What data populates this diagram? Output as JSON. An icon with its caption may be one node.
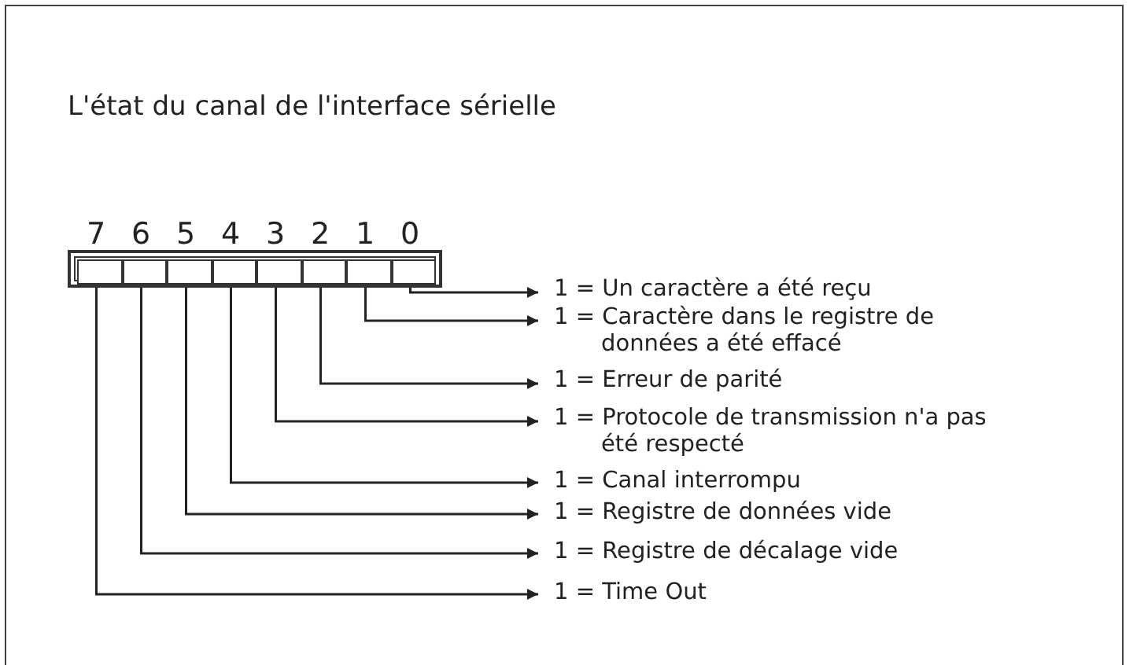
{
  "diagram": {
    "title": "L'état du canal de l'interface sérielle",
    "nodes": [
      {
        "text": [],
        "shape": "box"
      },
      {
        "text": [],
        "shape": "box",
        "in": 0
      },
      {
        "text": [],
        "shape": "box",
        "in": 0
      },
      {
        "text": [],
        "shape": "box",
        "in": 0
      },
      {
        "text": [],
        "shape": "box",
        "in": 0
      },
      {
        "text": [],
        "shape": "box",
        "in": 0
      },
      {
        "text": [],
        "shape": "box",
        "in": 0
      },
      {
        "text": [],
        "shape": "box",
        "in": 0
      },
      {
        "text": [],
        "shape": "box",
        "in": 0
      },
      {
        "text": [
          "1 = Un caractère a été reçu"
        ]
      },
      {
        "text": [
          "1 = Caractère dans le registre de données a été effacé"
        ]
      },
      {
        "text": [
          "1 = Erreur de parité"
        ]
      },
      {
        "text": [
          "1 = Protocole de transmission n'a pas été respecté"
        ]
      },
      {
        "text": [
          "1 = Canal interrompu"
        ]
      },
      {
        "text": [
          "1 = Registre de données vide"
        ]
      },
      {
        "text": [
          "1 = Registre de décalage vide"
        ]
      },
      {
        "text": [
          "1 = Time Out"
        ]
      }
    ],
    "edges": [
      {
        "from": 8,
        "to": 9,
        "arrow": "to"
      },
      {
        "from": 7,
        "to": 10,
        "arrow": "to"
      },
      {
        "from": 6,
        "to": 11,
        "arrow": "to"
      },
      {
        "from": 5,
        "to": 12,
        "arrow": "to"
      },
      {
        "from": 4,
        "to": 13,
        "arrow": "to"
      },
      {
        "from": 3,
        "to": 14,
        "arrow": "to"
      },
      {
        "from": 2,
        "to": 15,
        "arrow": "to"
      },
      {
        "from": 1,
        "to": 16,
        "arrow": "to"
      }
    ],
    "labels": [
      "7",
      "6",
      "5",
      "4",
      "3",
      "2",
      "1",
      "0"
    ]
  }
}
